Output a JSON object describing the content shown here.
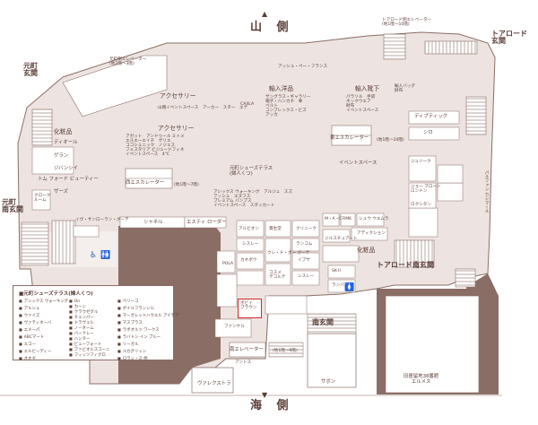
{
  "sides": {
    "mountain": "山 側",
    "sea": "海 側"
  },
  "entrances": {
    "motomachi": "元町\n玄関",
    "motomachi_south": "元町\n南玄関",
    "tor_road": "トアロード\n玄関",
    "tor_road_south": "トアロード南玄関",
    "south": "南玄関"
  },
  "elevators": {
    "motomachi_side": "元町側エレベーター\n(地2階〜3階)",
    "tor_road_side": "トアロード側エレベーター\n(地1階〜10階)",
    "east_escalator": "東エスカレーター",
    "east_escalator_note": "(地1階〜10階)",
    "west_escalator": "西エスカレーター",
    "west_escalator_note": "(地1階〜7階)",
    "south_elevator": "南エレベーター",
    "south_elevator_note": "(地1階〜9階)"
  },
  "areas": {
    "accessory_nw": "アクセサリー",
    "accessory_nw_brands": "山側イベントスペース　アーカー　スター　エテ",
    "accessory_center": "アクセサリー",
    "accessory_center_brands": "アガット　アンドゥール ミトメ\nエルエーエイチ　ゲリエ\nココシュニック　ノジェス\nフェスタリア ビジュードフィネ\nイベントスペース　4℃",
    "foreign_goods": "輸入洋品",
    "foreign_goods_brands": "サングラス・ギャラリー\n帽子・ハンカチ　傘\nベルト\nコンプレックス・ビズ\nアッカ",
    "ashion": "アッシュ・ペー・フランス",
    "ca4la": "CA4LA",
    "import_shoes": "輸入靴下",
    "import_shoes_brands": "パラソル　手袋\nネックウエア\n財布\nイベントスペース",
    "import_bag": "輸入バッグ\n財布",
    "cosmetics": "化粧品",
    "cosmetics2": "化粧品",
    "dior": "ディオール",
    "guerlain": "ゲラン",
    "givenchy": "ジバンシイ",
    "tomford": "トム フォード ビューティー",
    "thers": "ザーズ",
    "cle": "クレ・ド・ポー ボーテ",
    "clinique": "クリニーク",
    "estee": "エスティ ローダー",
    "sisley": "シスレー",
    "lancome": "ランコム",
    "ysl": "イヴ・サンローラン・ボーテ",
    "shiseido": "資生堂",
    "kanebo": "カネボウ",
    "sk2": "SK-II",
    "chanel": "シャネル",
    "albion": "アルビオン",
    "pola": "POLA",
    "bobbi": "ボビイ\nブラウン",
    "fancl": "ファンケル",
    "addiction": "アディクション",
    "jill": "ジルスチュアート",
    "mac": "M・A・C",
    "rmk": "RMK",
    "shu": "シュウ ウエムラ",
    "lanvin": "ランバン",
    "ipsa": "イプサ",
    "cosme": "コスメ\nデコルテ",
    "diptyque": "ディプティック",
    "shiro": "シロ",
    "jomalone": "ジョー マローン\nロンドン",
    "loccitane": "ロクシタン",
    "jurlique": "ジュリーク",
    "motomachi_shoes": "元町シューズテラス\n(婦人くつ)",
    "shoes_brands": "アシックス ウォーキング　アルジュ　スズ\nアッシュ　エヌフス\nプレミアム バンプス\nイベントスペース　スタッカート",
    "event_space": "イベントスペース",
    "cloak": "クローク\nルーム",
    "versace": "ヴァレクストラ",
    "saboun": "サボン",
    "ants": "アントス",
    "hermes": "旧居留地38番館\nエルメス",
    "parfum": "パルファン\nカシマール"
  },
  "legend": {
    "title": "■元町シューズテラス(婦人くつ)",
    "col1": [
      "アシックス ウォーキング",
      "アルシュ",
      "ウァイズ",
      "ヴァティネーバ",
      "エメーパ",
      "ABCマート",
      "エコー",
      "エルビーディー",
      "オオギ"
    ],
    "col2": [
      "On",
      "カーン",
      "クラウゼグル",
      "チェンパー",
      "トラヴェル",
      "ノーネーム",
      "バークレー",
      "ハンター",
      "ビューフォート",
      "ファビオルスコーニ",
      "フィッツフィグロ"
    ],
    "col3": [
      "ペリーコ",
      "ボイルフランシル",
      "マーガレットハウエル アイデア",
      "マスプラス",
      "ラボオルツ ワークス",
      "ラバトン イン ブルー",
      "リーガル",
      "ルカグリッシ",
      "ロラン・ス 他"
    ]
  }
}
